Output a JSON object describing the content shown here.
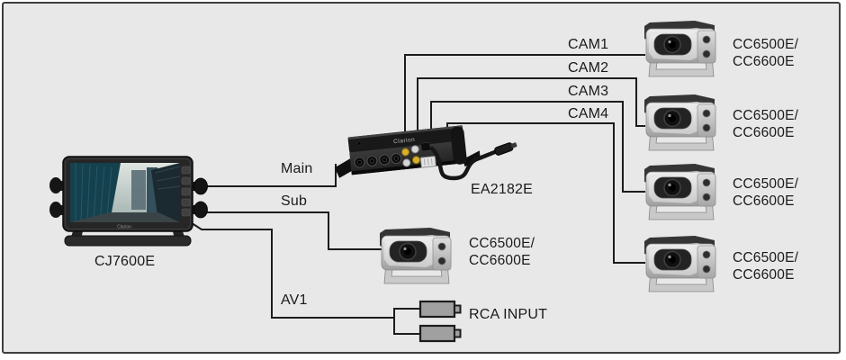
{
  "panel": {
    "background": "#e8e8e8",
    "border_color": "#3f3f3f"
  },
  "brand": "Clarion",
  "colors": {
    "line": "#1c1c1c",
    "text": "#1a1a1a",
    "rca_yellow": "#d9b02c"
  },
  "monitor": {
    "model": "CJ7600E"
  },
  "control_unit": {
    "model": "EA2182E"
  },
  "connection_labels": {
    "main": "Main",
    "sub": "Sub",
    "av1": "AV1",
    "cam1": "CAM1",
    "cam2": "CAM2",
    "cam3": "CAM3",
    "cam4": "CAM4"
  },
  "cameras": [
    {
      "model_line1": "CC6500E/",
      "model_line2": "CC6600E"
    },
    {
      "model_line1": "CC6500E/",
      "model_line2": "CC6600E"
    },
    {
      "model_line1": "CC6500E/",
      "model_line2": "CC6600E"
    },
    {
      "model_line1": "CC6500E/",
      "model_line2": "CC6600E"
    },
    {
      "model_line1": "CC6500E/",
      "model_line2": "CC6600E"
    }
  ],
  "rca": {
    "label": "RCA INPUT"
  }
}
